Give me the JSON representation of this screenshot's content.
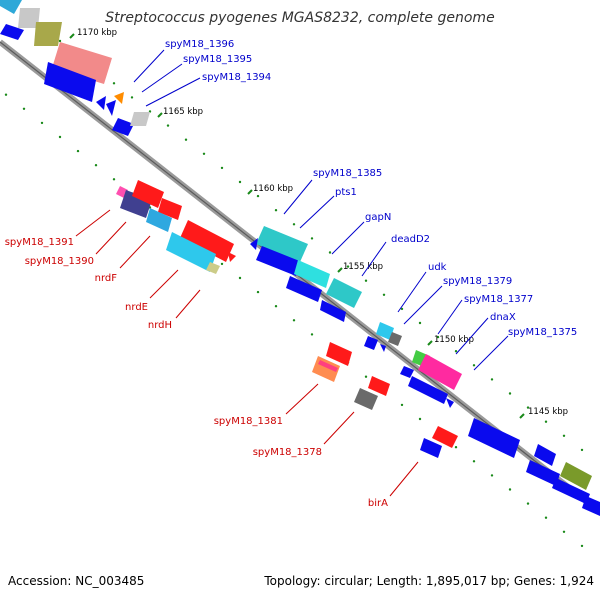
{
  "title": "Streptococcus pyogenes MGAS8232, complete genome",
  "footer": {
    "accession": "Accession: NC_003485",
    "summary": "Topology: circular; Length: 1,895,017 bp; Genes: 1,924"
  },
  "colors": {
    "backbone": "#7a7a7a",
    "plus_strand_label": "#0000cc",
    "minus_strand_label": "#cc0000",
    "tick": "#1a8a1a"
  },
  "scale_labels": [
    "1170 kbp",
    "1165 kbp",
    "1160 kbp",
    "1155 kbp",
    "1150 kbp",
    "1145 kbp"
  ],
  "labels_plus_strand": [
    "spyM18_1396",
    "spyM18_1395",
    "spyM18_1394",
    "spyM18_1385",
    "pts1",
    "gapN",
    "deadD2",
    "udk",
    "spyM18_1379",
    "spyM18_1377",
    "dnaX",
    "spyM18_1375"
  ],
  "labels_minus_strand": [
    "spyM18_1391",
    "spyM18_1390",
    "nrdF",
    "nrdE",
    "nrdH",
    "spyM18_1381",
    "spyM18_1378",
    "birA"
  ]
}
